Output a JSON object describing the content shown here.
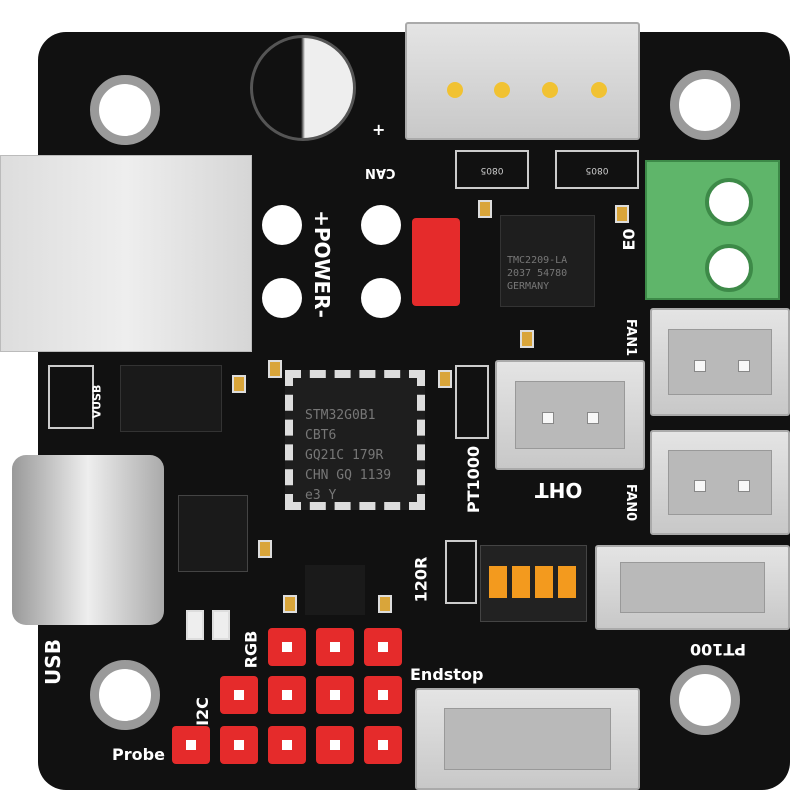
{
  "labels": {
    "can": "CAN",
    "power": "+POWER-",
    "e0": "E0",
    "fan1": "FAN1",
    "fan0": "FAN0",
    "oht": "OHT",
    "pt1000": "PT1000",
    "r120": "120R",
    "pt100": "PT100",
    "endstop": "Endstop",
    "rgb": "RGB",
    "i2c": "I2C",
    "probe": "Probe",
    "usb": "USB",
    "vusb": "VUSB",
    "plus": "+",
    "res1": "0805",
    "res2": "0805"
  },
  "mcu": {
    "line1": "STM32G0B1",
    "line2": "CBT6",
    "line3": "GQ21C 179R",
    "line4": "CHN GQ 1139",
    "mark": "e3 Y"
  },
  "driver": {
    "line1": "TMC2209-LA",
    "line2": "2037 54780",
    "line3": "GERMANY"
  },
  "colors": {
    "pcb": "#111111",
    "terminal": "#5fb56a",
    "header": "#e52b2b",
    "dip": "#f39a1e"
  }
}
